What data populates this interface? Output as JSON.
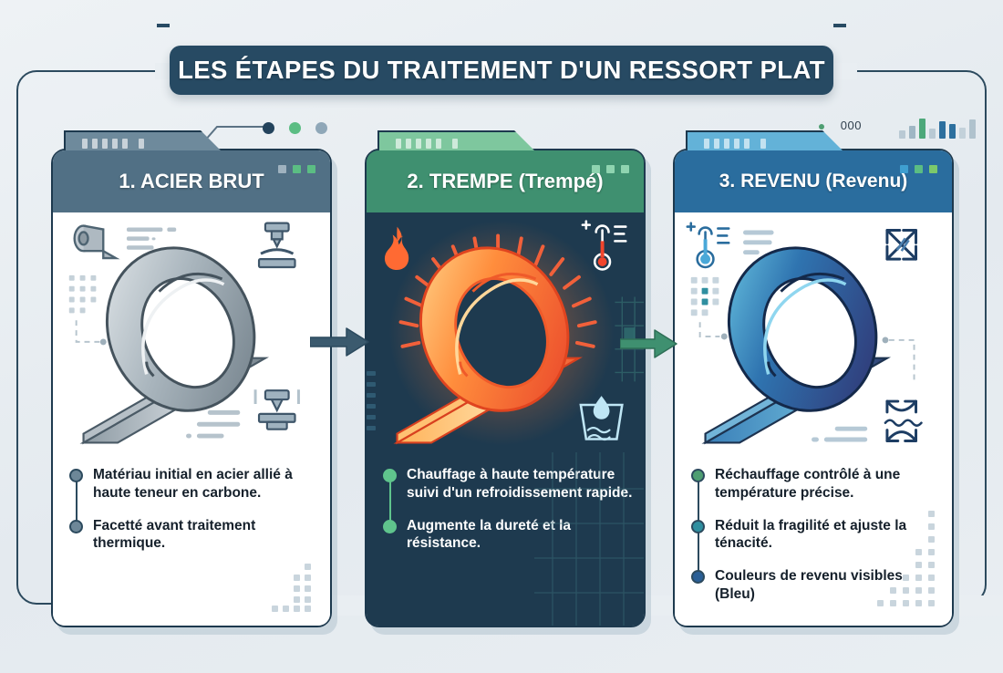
{
  "page": {
    "title": "LES ÉTAPES DU TRAITEMENT D'UN RESSORT PLAT",
    "background_color": "#e9eef2",
    "frame_color": "#2c4a5e",
    "title_banner_color": "#274a63"
  },
  "top_decor": {
    "dots": [
      {
        "name": "dot-navy",
        "color": "#23435c"
      },
      {
        "name": "dot-green",
        "color": "#5bbd83"
      },
      {
        "name": "dot-steel",
        "color": "#8fa7b8"
      }
    ],
    "placeholder_code": "000",
    "mini_bars": [
      {
        "height": 9,
        "color": "#b9c9d4"
      },
      {
        "height": 14,
        "color": "#9fb6c4"
      },
      {
        "height": 22,
        "color": "#4da87a"
      },
      {
        "height": 11,
        "color": "#b9c9d4"
      },
      {
        "height": 19,
        "color": "#2d6f9e"
      },
      {
        "height": 16,
        "color": "#2d6f9e"
      },
      {
        "height": 12,
        "color": "#c3d1da"
      },
      {
        "height": 21,
        "color": "#b0c2cd"
      }
    ]
  },
  "cards": [
    {
      "id": "acier-brut",
      "number": "1.",
      "title": "1. ACIER BRUT",
      "header_color": "#517085",
      "tab_color": "#6e8a9c",
      "body_color": "#ffffff",
      "theme": "light",
      "spring_colors": {
        "light": "#d9dee2",
        "mid": "#9aa6ae",
        "dark": "#6d7b85",
        "edge": "#3d4b55"
      },
      "head_squares": [
        "#9fb2bf",
        "#5bbd83",
        "#5bbd83"
      ],
      "icons": [
        "coil-roll-icon",
        "press-machine-icon",
        "stamp-press-icon",
        "dot-grid",
        "dashed-path"
      ],
      "bullets": [
        {
          "text": "Matériau initial en acier allié à haute teneur en carbone.",
          "dot_color": "#6d8798"
        },
        {
          "text": "Facetté avant traitement thermique.",
          "dot_color": "#6d8798"
        }
      ]
    },
    {
      "id": "trempe",
      "number": "2.",
      "title": "2. TREMPE (Trempé)",
      "header_color": "#3f9070",
      "tab_color": "#7ec79e",
      "body_color": "#1e3a4f",
      "theme": "dark",
      "spring_colors": {
        "light": "#ffd089",
        "mid": "#ff8a3d",
        "dark": "#ef4b2c",
        "edge": "#ffbf6e"
      },
      "head_squares": [
        "#8fd4b0",
        "#8fd4b0",
        "#8fd4b0"
      ],
      "icons": [
        "flame-icon",
        "thermometer-hot-icon",
        "quench-bath-icon",
        "heat-rays",
        "grid-lines"
      ],
      "bullets": [
        {
          "text": "Chauffage à haute température suivi d'un refroidissement rapide.",
          "dot_color": "#5fc48d"
        },
        {
          "text": "Augmente la dureté et la résistance.",
          "dot_color": "#5fc48d"
        }
      ]
    },
    {
      "id": "revenu",
      "number": "3.",
      "title": "3. REVENU (Revenu)",
      "header_color": "#2a6d9e",
      "tab_color": "#63b2d8",
      "body_color": "#ffffff",
      "theme": "light",
      "spring_colors": {
        "light": "#5cc0e0",
        "mid": "#2f74b0",
        "dark": "#2c3e78",
        "edge": "#1b3050"
      },
      "head_squares": [
        "#3f9fd0",
        "#5bbd83",
        "#7cc96b"
      ],
      "icons": [
        "thermometer-cool-icon",
        "expand-arrows-icon",
        "flex-wave-icon",
        "dot-grid",
        "dashed-path"
      ],
      "bullets": [
        {
          "text": "Réchauffage contrôlé à une température précise.",
          "dot_color": "#4e9e72"
        },
        {
          "text": "Réduit la fragilité et ajuste la ténacité.",
          "dot_color": "#2f8fa0"
        },
        {
          "text": "Couleurs de revenu visibles (Bleu)",
          "dot_color": "#2a5f96"
        }
      ]
    }
  ],
  "connectors": [
    {
      "name": "arrow-step1-to-step2",
      "color": "#3b5a6e"
    },
    {
      "name": "arrow-step2-to-step3",
      "color": "#3f9070"
    }
  ]
}
